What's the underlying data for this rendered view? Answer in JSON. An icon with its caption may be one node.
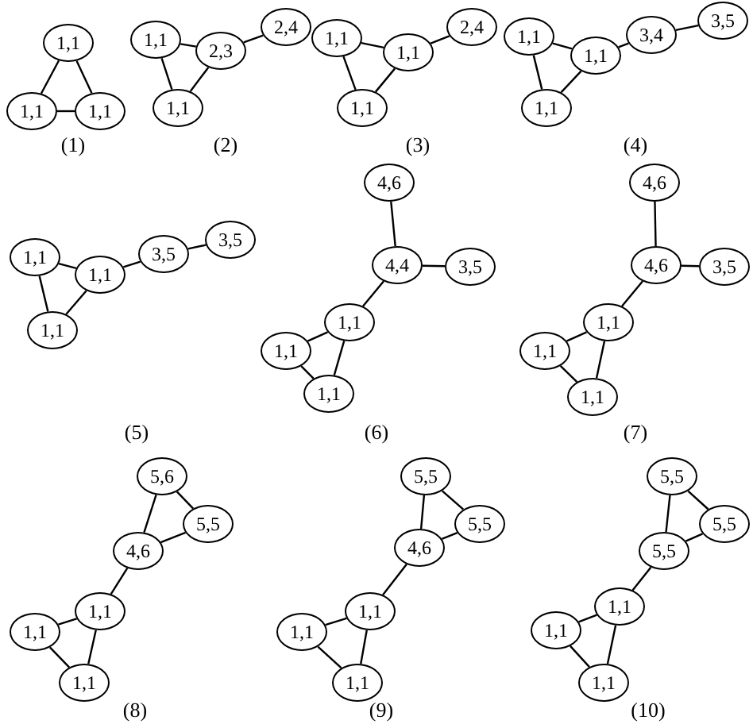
{
  "diagram": {
    "nodes": [
      {
        "text": [
          "1,1"
        ]
      },
      {
        "text": [
          "1,1"
        ]
      },
      {
        "text": [
          "1,1"
        ]
      },
      {
        "text": [
          "1,1"
        ]
      },
      {
        "text": [
          "2,3"
        ]
      },
      {
        "text": [
          "2,4"
        ]
      },
      {
        "text": [
          "1,1"
        ]
      },
      {
        "text": [
          "1,1"
        ]
      },
      {
        "text": [
          "1,1"
        ]
      },
      {
        "text": [
          "2,4"
        ]
      },
      {
        "text": [
          "1,1"
        ]
      },
      {
        "text": [
          "1,1"
        ]
      },
      {
        "text": [
          "1,1"
        ]
      },
      {
        "text": [
          "3,4"
        ]
      },
      {
        "text": [
          "3,5"
        ]
      },
      {
        "text": [
          "1,1"
        ]
      },
      {
        "text": [
          "1,1"
        ]
      },
      {
        "text": [
          "1,1"
        ]
      },
      {
        "text": [
          "3,5"
        ]
      },
      {
        "text": [
          "3,5"
        ]
      },
      {
        "text": [
          "1,1"
        ]
      },
      {
        "text": [
          "4,6"
        ]
      },
      {
        "text": [
          "4,4"
        ]
      },
      {
        "text": [
          "3,5"
        ]
      },
      {
        "text": [
          "1,1"
        ]
      },
      {
        "text": [
          "1,1"
        ]
      },
      {
        "text": [
          "1,1"
        ]
      },
      {
        "text": [
          "4,6"
        ]
      },
      {
        "text": [
          "4,6"
        ]
      },
      {
        "text": [
          "3,5"
        ]
      },
      {
        "text": [
          "1,1"
        ]
      },
      {
        "text": [
          "1,1"
        ]
      },
      {
        "text": [
          "1,1"
        ]
      },
      {
        "text": [
          "5,6"
        ]
      },
      {
        "text": [
          "5,5"
        ]
      },
      {
        "text": [
          "4,6"
        ]
      },
      {
        "text": [
          "1,1"
        ]
      },
      {
        "text": [
          "1,1"
        ]
      },
      {
        "text": [
          "1,1"
        ]
      },
      {
        "text": [
          "5,5"
        ]
      },
      {
        "text": [
          "5,5"
        ]
      },
      {
        "text": [
          "4,6"
        ]
      },
      {
        "text": [
          "1,1"
        ]
      },
      {
        "text": [
          "1,1"
        ]
      },
      {
        "text": [
          "1,1"
        ]
      },
      {
        "text": [
          "5,5"
        ]
      },
      {
        "text": [
          "5,5"
        ]
      },
      {
        "text": [
          "5,5"
        ]
      },
      {
        "text": [
          "1,1"
        ]
      },
      {
        "text": [
          "1,1"
        ]
      },
      {
        "text": [
          "1,1"
        ]
      }
    ],
    "edges": [
      {
        "from": 0,
        "to": 1,
        "arrow": "none"
      },
      {
        "from": 0,
        "to": 2,
        "arrow": "none"
      },
      {
        "from": 1,
        "to": 2,
        "arrow": "none"
      },
      {
        "from": 3,
        "to": 4,
        "arrow": "none"
      },
      {
        "from": 3,
        "to": 6,
        "arrow": "none"
      },
      {
        "from": 4,
        "to": 6,
        "arrow": "none"
      },
      {
        "from": 4,
        "to": 5,
        "arrow": "none"
      },
      {
        "from": 7,
        "to": 8,
        "arrow": "none"
      },
      {
        "from": 7,
        "to": 10,
        "arrow": "none"
      },
      {
        "from": 8,
        "to": 10,
        "arrow": "none"
      },
      {
        "from": 8,
        "to": 9,
        "arrow": "none"
      },
      {
        "from": 11,
        "to": 12,
        "arrow": "none"
      },
      {
        "from": 11,
        "to": 15,
        "arrow": "none"
      },
      {
        "from": 12,
        "to": 15,
        "arrow": "none"
      },
      {
        "from": 12,
        "to": 13,
        "arrow": "none"
      },
      {
        "from": 13,
        "to": 14,
        "arrow": "none"
      },
      {
        "from": 16,
        "to": 17,
        "arrow": "none"
      },
      {
        "from": 16,
        "to": 20,
        "arrow": "none"
      },
      {
        "from": 17,
        "to": 20,
        "arrow": "none"
      },
      {
        "from": 17,
        "to": 18,
        "arrow": "none"
      },
      {
        "from": 18,
        "to": 19,
        "arrow": "none"
      },
      {
        "from": 21,
        "to": 22,
        "arrow": "none"
      },
      {
        "from": 22,
        "to": 23,
        "arrow": "none"
      },
      {
        "from": 22,
        "to": 24,
        "arrow": "none"
      },
      {
        "from": 24,
        "to": 25,
        "arrow": "none"
      },
      {
        "from": 24,
        "to": 26,
        "arrow": "none"
      },
      {
        "from": 25,
        "to": 26,
        "arrow": "none"
      },
      {
        "from": 27,
        "to": 28,
        "arrow": "none"
      },
      {
        "from": 28,
        "to": 29,
        "arrow": "none"
      },
      {
        "from": 28,
        "to": 30,
        "arrow": "none"
      },
      {
        "from": 30,
        "to": 31,
        "arrow": "none"
      },
      {
        "from": 30,
        "to": 32,
        "arrow": "none"
      },
      {
        "from": 31,
        "to": 32,
        "arrow": "none"
      },
      {
        "from": 33,
        "to": 34,
        "arrow": "none"
      },
      {
        "from": 33,
        "to": 35,
        "arrow": "none"
      },
      {
        "from": 34,
        "to": 35,
        "arrow": "none"
      },
      {
        "from": 35,
        "to": 36,
        "arrow": "none"
      },
      {
        "from": 36,
        "to": 37,
        "arrow": "none"
      },
      {
        "from": 36,
        "to": 38,
        "arrow": "none"
      },
      {
        "from": 37,
        "to": 38,
        "arrow": "none"
      },
      {
        "from": 39,
        "to": 40,
        "arrow": "none"
      },
      {
        "from": 39,
        "to": 41,
        "arrow": "none"
      },
      {
        "from": 40,
        "to": 41,
        "arrow": "none"
      },
      {
        "from": 41,
        "to": 42,
        "arrow": "none"
      },
      {
        "from": 42,
        "to": 43,
        "arrow": "none"
      },
      {
        "from": 42,
        "to": 44,
        "arrow": "none"
      },
      {
        "from": 43,
        "to": 44,
        "arrow": "none"
      },
      {
        "from": 45,
        "to": 46,
        "arrow": "none"
      },
      {
        "from": 45,
        "to": 47,
        "arrow": "none"
      },
      {
        "from": 46,
        "to": 47,
        "arrow": "none"
      },
      {
        "from": 47,
        "to": 48,
        "arrow": "none"
      },
      {
        "from": 48,
        "to": 49,
        "arrow": "none"
      },
      {
        "from": 48,
        "to": 50,
        "arrow": "none"
      },
      {
        "from": 49,
        "to": 50,
        "arrow": "none"
      }
    ],
    "labels": [
      "(1)",
      "(2)",
      "(3)",
      "(4)",
      "(5)",
      "(6)",
      "(7)",
      "(8)",
      "(9)",
      "(10)"
    ]
  }
}
